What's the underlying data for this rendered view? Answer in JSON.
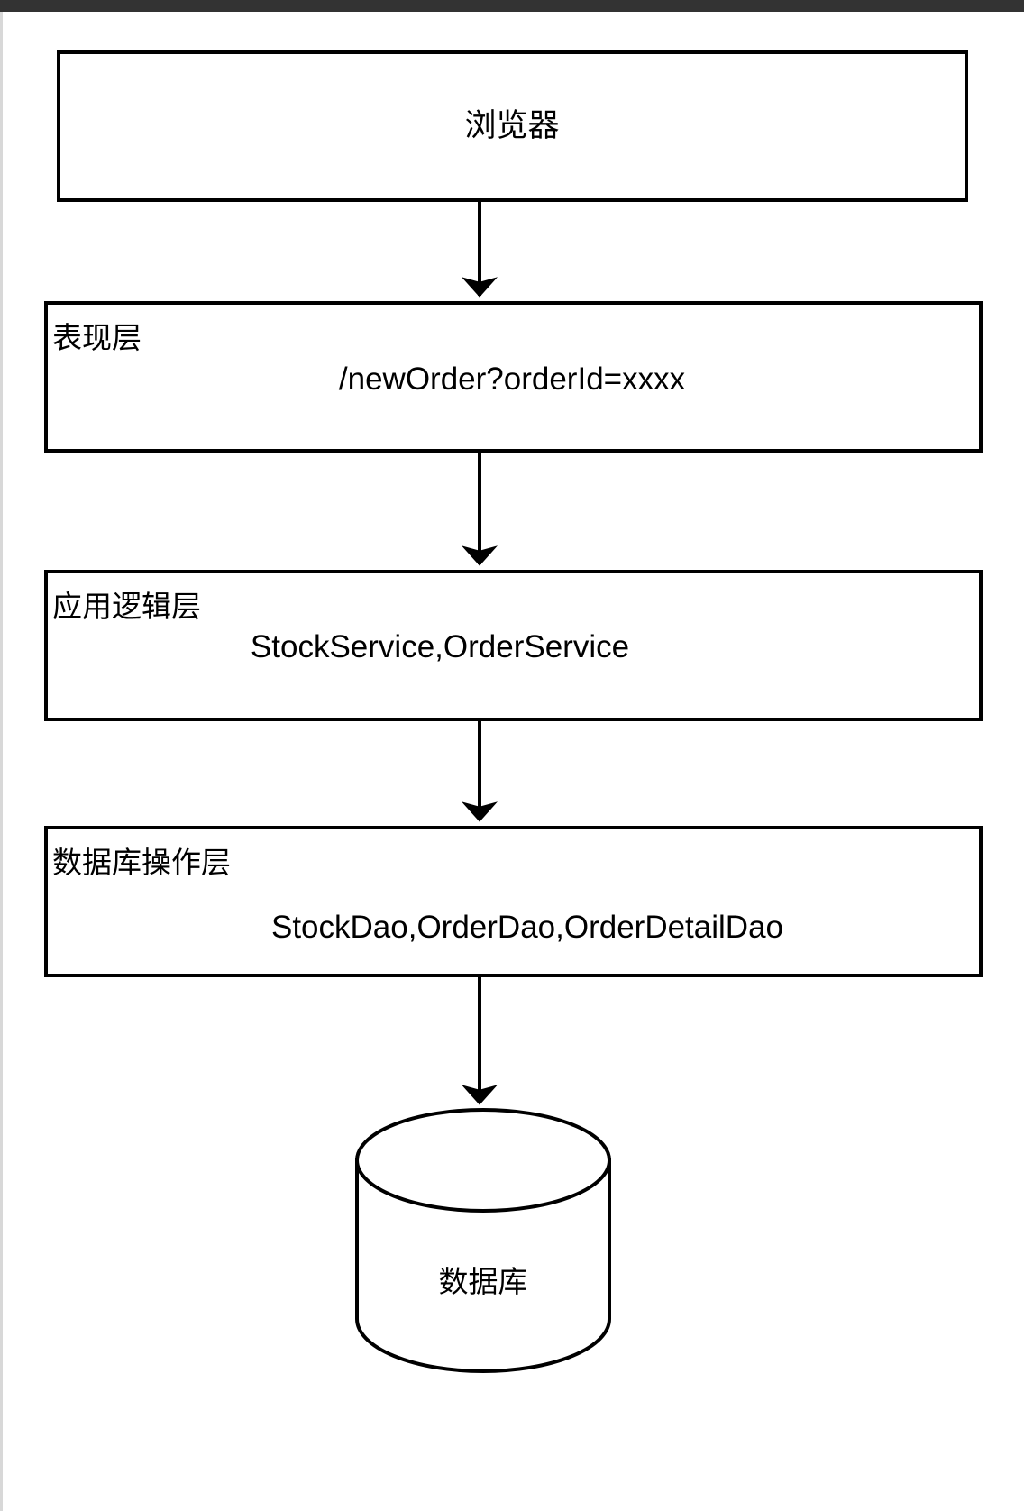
{
  "diagram": {
    "type": "layered-architecture-flowchart",
    "orientation": "top-to-bottom",
    "stroke_color": "#000000",
    "background_color": "#ffffff",
    "top_bar_color": "#333333",
    "nodes": [
      {
        "id": "browser",
        "shape": "rectangle",
        "title": "浏览器",
        "layer_tag": "",
        "body": ""
      },
      {
        "id": "presentation",
        "shape": "rectangle",
        "title": "",
        "layer_tag": "表现层",
        "body": "/newOrder?orderId=xxxx"
      },
      {
        "id": "application-logic",
        "shape": "rectangle",
        "title": "",
        "layer_tag": "应用逻辑层",
        "body": "StockService,OrderService"
      },
      {
        "id": "database-access",
        "shape": "rectangle",
        "title": "",
        "layer_tag": "数据库操作层",
        "body": "StockDao,OrderDao,OrderDetailDao"
      },
      {
        "id": "database",
        "shape": "cylinder",
        "title": "数据库",
        "layer_tag": "",
        "body": ""
      }
    ],
    "edges": [
      {
        "from": "browser",
        "to": "presentation",
        "arrow": "single",
        "label": ""
      },
      {
        "from": "presentation",
        "to": "application-logic",
        "arrow": "single",
        "label": ""
      },
      {
        "from": "application-logic",
        "to": "database-access",
        "arrow": "single",
        "label": ""
      },
      {
        "from": "database-access",
        "to": "database",
        "arrow": "single",
        "label": ""
      }
    ]
  }
}
